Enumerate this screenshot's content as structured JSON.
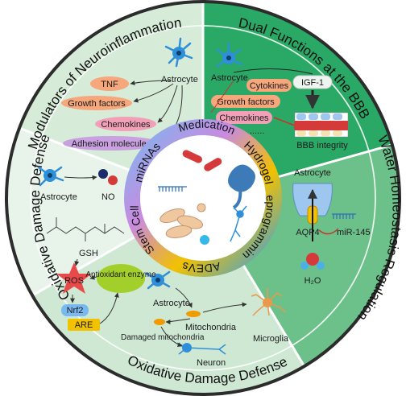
{
  "outer_sectors": {
    "neuroinflammation": {
      "title": "Modulators of Neuroinflammation",
      "astrocyte": "Astrocyte",
      "tnf": "TNF",
      "growth_factors": "Growth factors",
      "chemokines": "Chemokines",
      "adhesion_molecules": "Adhesion molecules"
    },
    "bbb": {
      "title": "Dual Functions at the BBB",
      "astrocyte": "Astrocyte",
      "igf1": "IGF-1",
      "cytokines": "Cytokines",
      "growth_factors": "Growth factors",
      "chemokines": "Chemokines",
      "ellipsis": "......",
      "bbb_integrity": "BBB integrity"
    },
    "water": {
      "title": "Water Homeostasis Regulation",
      "astrocyte": "Astrocyte",
      "aqp4": "AQP4",
      "mir145": "miR-145",
      "h2o": "H₂O"
    },
    "oxidative_bottom": {
      "title": "Oxidative Damage Defense",
      "astrocyte": "Astrocyte",
      "mitochondria": "Mitochondria",
      "damaged_mitochondria": "Damaged mitochondria",
      "microglia": "Microglia",
      "neuron": "Neuron"
    },
    "oxidative_left": {
      "title": "Oxidative Damage Defense",
      "astrocyte": "Astrocyte",
      "no": "NO",
      "gsh": "GSH",
      "ros": "ROS",
      "antioxidant_enzyme": "Antioxidant enzyme",
      "nrf2": "Nrf2",
      "are": "ARE"
    }
  },
  "ring_labels": {
    "medication": "Medication",
    "hydrogel": "Hydrogel",
    "reprogramming": "Reprogramming",
    "adevs": "ADEVs",
    "stem_cell": "Stem Cell",
    "mirnas": "miRNAs"
  },
  "colors": {
    "light_green": "#d9eedd",
    "mid_green": "#6cc08a",
    "dark_green": "#2aa866",
    "pale_green": "#e8f4ea",
    "ring_blue": "#3aa0e0",
    "ring_purple": "#a070d8",
    "ring_yellow": "#f2c100",
    "ring_red": "#e04040",
    "salmon": "#f6a77c",
    "pink": "#f2a0b8",
    "lavender": "#c9a0e0"
  }
}
